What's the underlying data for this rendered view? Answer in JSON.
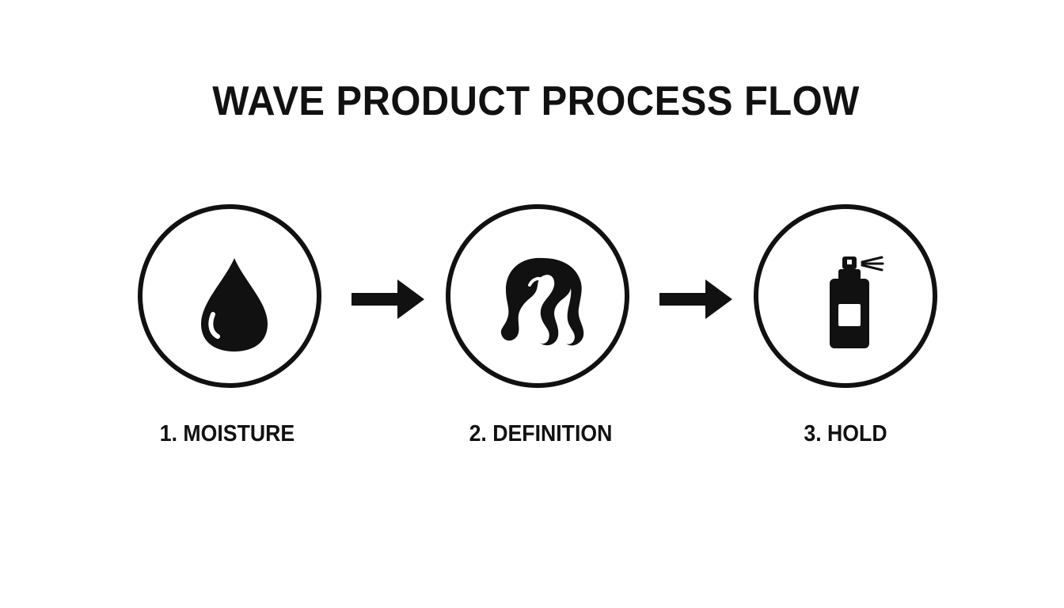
{
  "title": "WAVE PRODUCT PROCESS FLOW",
  "steps": [
    {
      "label": "1. MOISTURE",
      "icon": "water-drop-icon"
    },
    {
      "label": "2. DEFINITION",
      "icon": "wavy-hair-icon"
    },
    {
      "label": "3. HOLD",
      "icon": "spray-bottle-icon"
    }
  ],
  "connectors": [
    "arrow-right-icon",
    "arrow-right-icon"
  ],
  "colors": {
    "ink": "#111111",
    "background": "#ffffff"
  }
}
